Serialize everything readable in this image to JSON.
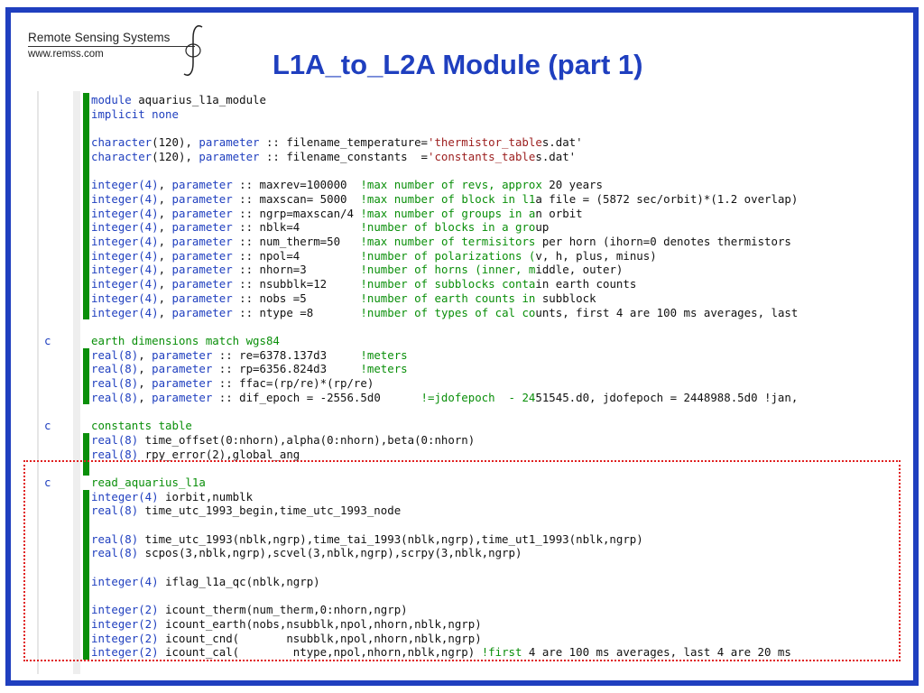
{
  "logo": {
    "name": "Remote Sensing Systems",
    "url": "www.remss.com"
  },
  "title": "L1A_to_L2A Module (part 1)",
  "colors": {
    "frame": "#1f3fbf",
    "keyword": "#1f3fbf",
    "string": "#9b1c1c",
    "comment": "#0a8f0a",
    "highlight_box": "#e02020"
  },
  "lines": [
    {
      "c": "",
      "bar": true,
      "segs": [
        {
          "t": "kw",
          "v": "module"
        },
        {
          "t": "txt",
          "v": " aquarius_l1a_module"
        }
      ]
    },
    {
      "c": "",
      "bar": true,
      "segs": [
        {
          "t": "kw",
          "v": "implicit none"
        }
      ]
    },
    {
      "c": "",
      "bar": true,
      "segs": []
    },
    {
      "c": "",
      "bar": true,
      "segs": [
        {
          "t": "kw",
          "v": "character"
        },
        {
          "t": "txt",
          "v": "(120), "
        },
        {
          "t": "kw",
          "v": "parameter"
        },
        {
          "t": "txt",
          "v": " :: filename_temperature="
        },
        {
          "t": "str",
          "v": "'thermistor_table"
        },
        {
          "t": "txt",
          "v": "s.dat'"
        }
      ]
    },
    {
      "c": "",
      "bar": true,
      "segs": [
        {
          "t": "kw",
          "v": "character"
        },
        {
          "t": "txt",
          "v": "(120), "
        },
        {
          "t": "kw",
          "v": "parameter"
        },
        {
          "t": "txt",
          "v": " :: filename_constants  ="
        },
        {
          "t": "str",
          "v": "'constants_table"
        },
        {
          "t": "txt",
          "v": "s.dat'"
        }
      ]
    },
    {
      "c": "",
      "bar": true,
      "segs": []
    },
    {
      "c": "",
      "bar": true,
      "segs": [
        {
          "t": "kw",
          "v": "integer(4)"
        },
        {
          "t": "txt",
          "v": ", "
        },
        {
          "t": "kw",
          "v": "parameter"
        },
        {
          "t": "txt",
          "v": " :: maxrev=100000  "
        },
        {
          "t": "cm",
          "v": "!max number of revs, approx"
        },
        {
          "t": "txt",
          "v": " 20 years"
        }
      ]
    },
    {
      "c": "",
      "bar": true,
      "segs": [
        {
          "t": "kw",
          "v": "integer(4)"
        },
        {
          "t": "txt",
          "v": ", "
        },
        {
          "t": "kw",
          "v": "parameter"
        },
        {
          "t": "txt",
          "v": " :: maxscan= 5000  "
        },
        {
          "t": "cm",
          "v": "!max number of block in l1"
        },
        {
          "t": "txt",
          "v": "a file = (5872 sec/orbit)*(1.2 overlap)"
        }
      ]
    },
    {
      "c": "",
      "bar": true,
      "segs": [
        {
          "t": "kw",
          "v": "integer(4)"
        },
        {
          "t": "txt",
          "v": ", "
        },
        {
          "t": "kw",
          "v": "parameter"
        },
        {
          "t": "txt",
          "v": " :: ngrp=maxscan/4 "
        },
        {
          "t": "cm",
          "v": "!max number of groups in a"
        },
        {
          "t": "txt",
          "v": "n orbit"
        }
      ]
    },
    {
      "c": "",
      "bar": true,
      "segs": [
        {
          "t": "kw",
          "v": "integer(4)"
        },
        {
          "t": "txt",
          "v": ", "
        },
        {
          "t": "kw",
          "v": "parameter"
        },
        {
          "t": "txt",
          "v": " :: nblk=4         "
        },
        {
          "t": "cm",
          "v": "!number of blocks in a gro"
        },
        {
          "t": "txt",
          "v": "up"
        }
      ]
    },
    {
      "c": "",
      "bar": true,
      "segs": [
        {
          "t": "kw",
          "v": "integer(4)"
        },
        {
          "t": "txt",
          "v": ", "
        },
        {
          "t": "kw",
          "v": "parameter"
        },
        {
          "t": "txt",
          "v": " :: num_therm=50   "
        },
        {
          "t": "cm",
          "v": "!max number of termisitors"
        },
        {
          "t": "txt",
          "v": " per horn (ihorn=0 denotes thermistors"
        }
      ]
    },
    {
      "c": "",
      "bar": true,
      "segs": [
        {
          "t": "kw",
          "v": "integer(4)"
        },
        {
          "t": "txt",
          "v": ", "
        },
        {
          "t": "kw",
          "v": "parameter"
        },
        {
          "t": "txt",
          "v": " :: npol=4         "
        },
        {
          "t": "cm",
          "v": "!number of polarizations ("
        },
        {
          "t": "txt",
          "v": "v, h, plus, minus)"
        }
      ]
    },
    {
      "c": "",
      "bar": true,
      "segs": [
        {
          "t": "kw",
          "v": "integer(4)"
        },
        {
          "t": "txt",
          "v": ", "
        },
        {
          "t": "kw",
          "v": "parameter"
        },
        {
          "t": "txt",
          "v": " :: nhorn=3        "
        },
        {
          "t": "cm",
          "v": "!number of horns (inner, m"
        },
        {
          "t": "txt",
          "v": "iddle, outer)"
        }
      ]
    },
    {
      "c": "",
      "bar": true,
      "segs": [
        {
          "t": "kw",
          "v": "integer(4)"
        },
        {
          "t": "txt",
          "v": ", "
        },
        {
          "t": "kw",
          "v": "parameter"
        },
        {
          "t": "txt",
          "v": " :: nsubblk=12     "
        },
        {
          "t": "cm",
          "v": "!number of subblocks conta"
        },
        {
          "t": "txt",
          "v": "in earth counts"
        }
      ]
    },
    {
      "c": "",
      "bar": true,
      "segs": [
        {
          "t": "kw",
          "v": "integer(4)"
        },
        {
          "t": "txt",
          "v": ", "
        },
        {
          "t": "kw",
          "v": "parameter"
        },
        {
          "t": "txt",
          "v": " :: nobs =5        "
        },
        {
          "t": "cm",
          "v": "!number of earth counts in"
        },
        {
          "t": "txt",
          "v": " subblock"
        }
      ]
    },
    {
      "c": "",
      "bar": true,
      "segs": [
        {
          "t": "kw",
          "v": "integer(4)"
        },
        {
          "t": "txt",
          "v": ", "
        },
        {
          "t": "kw",
          "v": "parameter"
        },
        {
          "t": "txt",
          "v": " :: ntype =8       "
        },
        {
          "t": "cm",
          "v": "!number of types of cal co"
        },
        {
          "t": "txt",
          "v": "unts, first 4 are 100 ms averages, last"
        }
      ]
    },
    {
      "c": "",
      "bar": false,
      "segs": []
    },
    {
      "c": "c",
      "bar": false,
      "segs": [
        {
          "t": "cm",
          "v": "earth dimensions match wgs84"
        }
      ]
    },
    {
      "c": "",
      "bar": true,
      "segs": [
        {
          "t": "kw",
          "v": "real(8)"
        },
        {
          "t": "txt",
          "v": ", "
        },
        {
          "t": "kw",
          "v": "parameter"
        },
        {
          "t": "txt",
          "v": " :: re=6378.137d3     "
        },
        {
          "t": "cm",
          "v": "!meters"
        }
      ]
    },
    {
      "c": "",
      "bar": true,
      "segs": [
        {
          "t": "kw",
          "v": "real(8)"
        },
        {
          "t": "txt",
          "v": ", "
        },
        {
          "t": "kw",
          "v": "parameter"
        },
        {
          "t": "txt",
          "v": " :: rp=6356.824d3     "
        },
        {
          "t": "cm",
          "v": "!meters"
        }
      ]
    },
    {
      "c": "",
      "bar": true,
      "segs": [
        {
          "t": "kw",
          "v": "real(8)"
        },
        {
          "t": "txt",
          "v": ", "
        },
        {
          "t": "kw",
          "v": "parameter"
        },
        {
          "t": "txt",
          "v": " :: ffac=(rp/re)*(rp/re)"
        }
      ]
    },
    {
      "c": "",
      "bar": true,
      "segs": [
        {
          "t": "kw",
          "v": "real(8)"
        },
        {
          "t": "txt",
          "v": ", "
        },
        {
          "t": "kw",
          "v": "parameter"
        },
        {
          "t": "txt",
          "v": " :: dif_epoch = -2556.5d0      "
        },
        {
          "t": "cm",
          "v": "!=jdofepoch  - 24"
        },
        {
          "t": "txt",
          "v": "51545.d0, jdofepoch = 2448988.5d0 !jan,"
        }
      ]
    },
    {
      "c": "",
      "bar": false,
      "segs": []
    },
    {
      "c": "c",
      "bar": false,
      "segs": [
        {
          "t": "cm",
          "v": "constants table"
        }
      ]
    },
    {
      "c": "",
      "bar": true,
      "segs": [
        {
          "t": "kw",
          "v": "real(8)"
        },
        {
          "t": "txt",
          "v": " time_offset(0:nhorn),alpha(0:nhorn),beta(0:nhorn)"
        }
      ]
    },
    {
      "c": "",
      "bar": true,
      "segs": [
        {
          "t": "kw",
          "v": "real(8)"
        },
        {
          "t": "txt",
          "v": " rpy_error(2),global_ang"
        }
      ]
    },
    {
      "c": "",
      "bar": true,
      "segs": []
    },
    {
      "c": "c",
      "bar": false,
      "segs": [
        {
          "t": "cm",
          "v": "read_aquarius_l1a"
        }
      ]
    },
    {
      "c": "",
      "bar": true,
      "segs": [
        {
          "t": "kw",
          "v": "integer(4)"
        },
        {
          "t": "txt",
          "v": " iorbit,numblk"
        }
      ]
    },
    {
      "c": "",
      "bar": true,
      "segs": [
        {
          "t": "kw",
          "v": "real(8)"
        },
        {
          "t": "txt",
          "v": " time_utc_1993_begin,time_utc_1993_node"
        }
      ]
    },
    {
      "c": "",
      "bar": true,
      "segs": []
    },
    {
      "c": "",
      "bar": true,
      "segs": [
        {
          "t": "kw",
          "v": "real(8)"
        },
        {
          "t": "txt",
          "v": " time_utc_1993(nblk,ngrp),time_tai_1993(nblk,ngrp),time_ut1_1993(nblk,ngrp)"
        }
      ]
    },
    {
      "c": "",
      "bar": true,
      "segs": [
        {
          "t": "kw",
          "v": "real(8)"
        },
        {
          "t": "txt",
          "v": " scpos(3,nblk,ngrp),scvel(3,nblk,ngrp),scrpy(3,nblk,ngrp)"
        }
      ]
    },
    {
      "c": "",
      "bar": true,
      "segs": []
    },
    {
      "c": "",
      "bar": true,
      "segs": [
        {
          "t": "kw",
          "v": "integer(4)"
        },
        {
          "t": "txt",
          "v": " iflag_l1a_qc(nblk,ngrp)"
        }
      ]
    },
    {
      "c": "",
      "bar": true,
      "segs": []
    },
    {
      "c": "",
      "bar": true,
      "segs": [
        {
          "t": "kw",
          "v": "integer(2)"
        },
        {
          "t": "txt",
          "v": " icount_therm(num_therm,0:nhorn,ngrp)"
        }
      ]
    },
    {
      "c": "",
      "bar": true,
      "segs": [
        {
          "t": "kw",
          "v": "integer(2)"
        },
        {
          "t": "txt",
          "v": " icount_earth(nobs,nsubblk,npol,nhorn,nblk,ngrp)"
        }
      ]
    },
    {
      "c": "",
      "bar": true,
      "segs": [
        {
          "t": "kw",
          "v": "integer(2)"
        },
        {
          "t": "txt",
          "v": " icount_cnd(       nsubblk,npol,nhorn,nblk,ngrp)"
        }
      ]
    },
    {
      "c": "",
      "bar": true,
      "segs": [
        {
          "t": "kw",
          "v": "integer(2)"
        },
        {
          "t": "txt",
          "v": " icount_cal(        ntype,npol,nhorn,nblk,ngrp) "
        },
        {
          "t": "cm",
          "v": "!first"
        },
        {
          "t": "txt",
          "v": " 4 are 100 ms averages, last 4 are 20 ms"
        }
      ]
    }
  ]
}
